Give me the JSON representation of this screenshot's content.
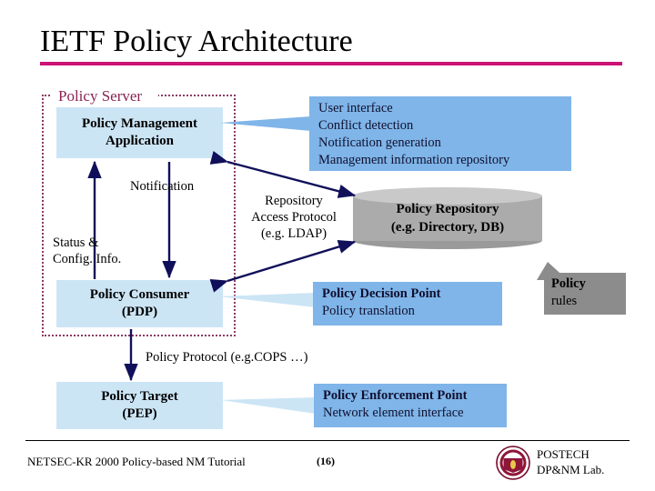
{
  "slide": {
    "title": "IETF Policy Architecture",
    "accent_color": "#CC1177",
    "group_label": "Policy Server",
    "group_label_color": "#8B2252"
  },
  "components": [
    {
      "name": "policy-management-application",
      "line1": "Policy Management",
      "line2": "Application"
    },
    {
      "name": "policy-consumer",
      "line1": "Policy Consumer",
      "line2": "(PDP)"
    },
    {
      "name": "policy-target",
      "line1": "Policy Target",
      "line2": "(PEP)"
    }
  ],
  "repository": {
    "line1": "Policy Repository",
    "line2": "(e.g. Directory, DB)",
    "fill": "#ABABAB"
  },
  "callouts": [
    {
      "name": "policy-management-application-callout",
      "lines": [
        "User interface",
        "Conflict detection",
        "Notification generation",
        "Management information repository"
      ],
      "fill": "#7FB5E8"
    },
    {
      "name": "policy-decision-point-callout",
      "lines": [
        "Policy Decision Point",
        "Policy translation"
      ],
      "fill": "#7FB5E8"
    },
    {
      "name": "policy-enforcement-point-callout",
      "lines": [
        "Policy Enforcement Point",
        "Network element interface"
      ],
      "fill": "#7FB5E8"
    },
    {
      "name": "policy-rules-callout",
      "lines": [
        "Policy",
        "rules"
      ],
      "fill": "#8C8C8C"
    }
  ],
  "edge_labels": [
    {
      "name": "notification-label",
      "text": "Notification"
    },
    {
      "name": "status-config-label-line1",
      "text": "Status &"
    },
    {
      "name": "status-config-label-line2",
      "text": "Config. Info."
    },
    {
      "name": "repository-access-protocol-line1",
      "text": "Repository"
    },
    {
      "name": "repository-access-protocol-line2",
      "text": "Access Protocol"
    },
    {
      "name": "repository-access-protocol-line3",
      "text": "(e.g. LDAP)"
    },
    {
      "name": "policy-protocol-label",
      "text": "Policy Protocol (e.g.COPS …)"
    }
  ],
  "footer": {
    "left": "NETSEC-KR 2000 Policy-based NM Tutorial",
    "page": "(16)",
    "org_line1": "POSTECH",
    "org_line2": "DP&NM Lab."
  }
}
